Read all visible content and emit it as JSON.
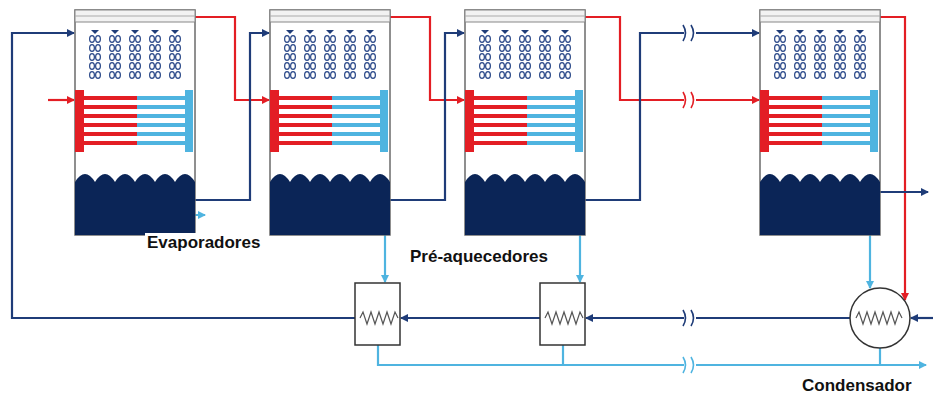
{
  "diagram": {
    "labels": [
      "Evaporadores",
      "Pré-aquecedores",
      "Condensador"
    ]
  }
}
